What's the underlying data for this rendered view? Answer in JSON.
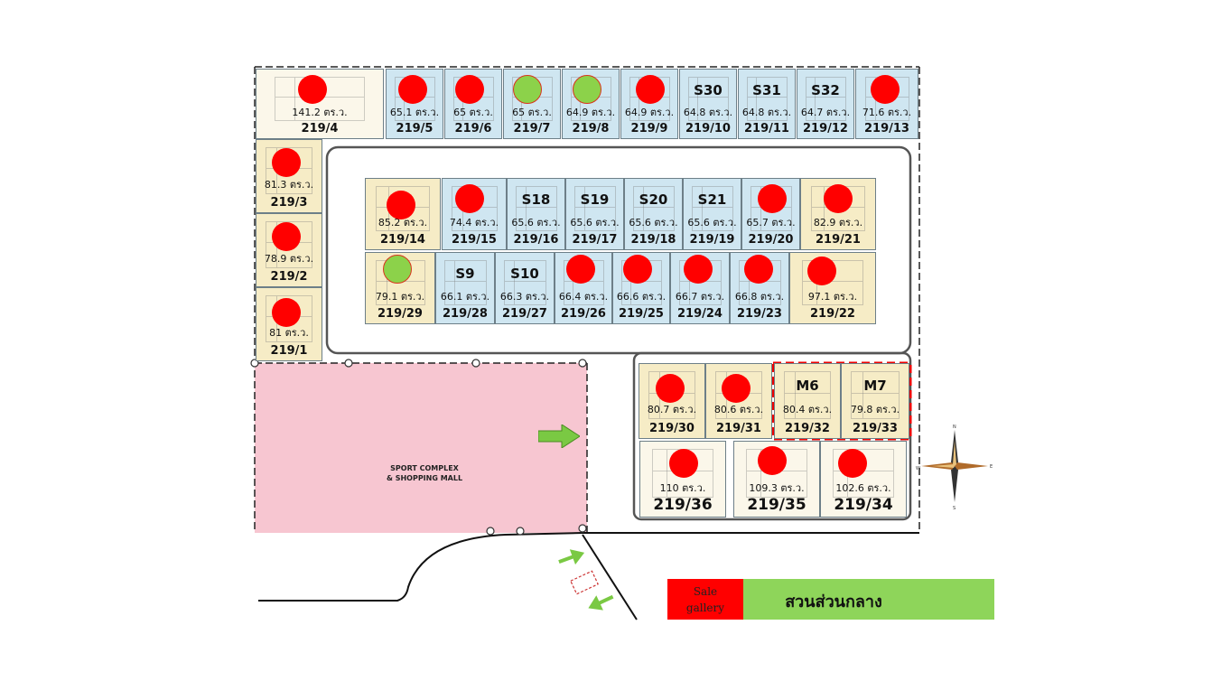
{
  "colors": {
    "sold": "#ff0000",
    "available": "#8cd24a",
    "mall": "#f7c6d1",
    "legend_green": "#8ed55a"
  },
  "plots": [
    {
      "code": "",
      "area": "141.2 ตร.ว.",
      "addr": "219/4",
      "status": "sold",
      "tone": "white"
    },
    {
      "code": "",
      "area": "65.1 ตร.ว.",
      "addr": "219/5",
      "status": "sold",
      "tone": "blue"
    },
    {
      "code": "",
      "area": "65 ตร.ว.",
      "addr": "219/6",
      "status": "sold",
      "tone": "blue"
    },
    {
      "code": "",
      "area": "65 ตร.ว.",
      "addr": "219/7",
      "status": "available",
      "tone": "blue"
    },
    {
      "code": "",
      "area": "64.9 ตร.ว.",
      "addr": "219/8",
      "status": "available",
      "tone": "blue"
    },
    {
      "code": "",
      "area": "64.9 ตร.ว.",
      "addr": "219/9",
      "status": "sold",
      "tone": "blue"
    },
    {
      "code": "S30",
      "area": "64.8 ตร.ว.",
      "addr": "219/10",
      "status": "none",
      "tone": "blue"
    },
    {
      "code": "S31",
      "area": "64.8 ตร.ว.",
      "addr": "219/11",
      "status": "none",
      "tone": "blue"
    },
    {
      "code": "S32",
      "area": "64.7 ตร.ว.",
      "addr": "219/12",
      "status": "none",
      "tone": "blue"
    },
    {
      "code": "",
      "area": "71.6 ตร.ว.",
      "addr": "219/13",
      "status": "sold",
      "tone": "blue"
    },
    {
      "code": "",
      "area": "81.3 ตร.ว.",
      "addr": "219/3",
      "status": "sold",
      "tone": "cream"
    },
    {
      "code": "",
      "area": "78.9 ตร.ว.",
      "addr": "219/2",
      "status": "sold",
      "tone": "cream"
    },
    {
      "code": "",
      "area": "81 ตร.ว.",
      "addr": "219/1",
      "status": "sold",
      "tone": "cream"
    },
    {
      "code": "",
      "area": "85.2 ตร.ว.",
      "addr": "219/14",
      "status": "sold",
      "tone": "cream"
    },
    {
      "code": "",
      "area": "74.4 ตร.ว.",
      "addr": "219/15",
      "status": "sold",
      "tone": "blue"
    },
    {
      "code": "S18",
      "area": "65.6 ตร.ว.",
      "addr": "219/16",
      "status": "none",
      "tone": "blue"
    },
    {
      "code": "S19",
      "area": "65.6 ตร.ว.",
      "addr": "219/17",
      "status": "none",
      "tone": "blue"
    },
    {
      "code": "S20",
      "area": "65.6 ตร.ว.",
      "addr": "219/18",
      "status": "none",
      "tone": "blue"
    },
    {
      "code": "S21",
      "area": "65.6 ตร.ว.",
      "addr": "219/19",
      "status": "none",
      "tone": "blue"
    },
    {
      "code": "",
      "area": "65.7 ตร.ว.",
      "addr": "219/20",
      "status": "sold",
      "tone": "blue"
    },
    {
      "code": "",
      "area": "82.9 ตร.ว.",
      "addr": "219/21",
      "status": "sold",
      "tone": "cream"
    },
    {
      "code": "",
      "area": "79.1 ตร.ว.",
      "addr": "219/29",
      "status": "available",
      "tone": "cream"
    },
    {
      "code": "S9",
      "area": "66.1 ตร.ว.",
      "addr": "219/28",
      "status": "none",
      "tone": "blue"
    },
    {
      "code": "S10",
      "area": "66.3 ตร.ว.",
      "addr": "219/27",
      "status": "none",
      "tone": "blue"
    },
    {
      "code": "",
      "area": "66.4 ตร.ว.",
      "addr": "219/26",
      "status": "sold",
      "tone": "blue"
    },
    {
      "code": "",
      "area": "66.6 ตร.ว.",
      "addr": "219/25",
      "status": "sold",
      "tone": "blue"
    },
    {
      "code": "",
      "area": "66.7 ตร.ว.",
      "addr": "219/24",
      "status": "sold",
      "tone": "blue"
    },
    {
      "code": "",
      "area": "66.8 ตร.ว.",
      "addr": "219/23",
      "status": "sold",
      "tone": "blue"
    },
    {
      "code": "",
      "area": "97.1 ตร.ว.",
      "addr": "219/22",
      "status": "sold",
      "tone": "cream"
    },
    {
      "code": "",
      "area": "80.7 ตร.ว.",
      "addr": "219/30",
      "status": "sold",
      "tone": "cream"
    },
    {
      "code": "",
      "area": "80.6 ตร.ว.",
      "addr": "219/31",
      "status": "sold",
      "tone": "cream"
    },
    {
      "code": "M6",
      "area": "80.4 ตร.ว.",
      "addr": "219/32",
      "status": "none",
      "tone": "cream"
    },
    {
      "code": "M7",
      "area": "79.8 ตร.ว.",
      "addr": "219/33",
      "status": "none",
      "tone": "cream"
    },
    {
      "code": "",
      "area": "110 ตร.ว.",
      "addr": "219/36",
      "status": "sold",
      "tone": "white"
    },
    {
      "code": "",
      "area": "109.3 ตร.ว.",
      "addr": "219/35",
      "status": "sold",
      "tone": "white"
    },
    {
      "code": "",
      "area": "102.6 ตร.ว.",
      "addr": "219/34",
      "status": "sold",
      "tone": "white"
    }
  ],
  "mall_label_line1": "SPORT COMPLEX",
  "mall_label_line2": "& SHOPPING MALL",
  "compass": {
    "n": "N",
    "e": "E",
    "s": "S",
    "w": "W"
  },
  "legend": {
    "sale_gallery_line1": "Sale",
    "sale_gallery_line2": "gallery",
    "garden": "สวนส่วนกลาง"
  }
}
